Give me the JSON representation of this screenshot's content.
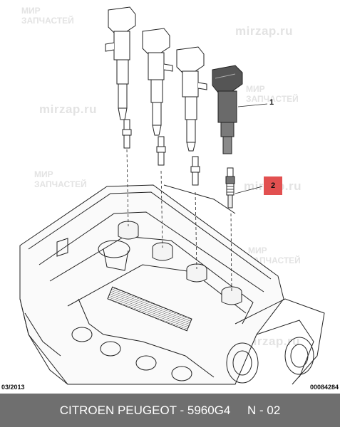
{
  "watermark": {
    "brand_line1": "МИР",
    "brand_line2": "ЗАПЧАСТЕЙ",
    "url": "mirzap.ru"
  },
  "callouts": [
    {
      "label": "1",
      "highlighted": false
    },
    {
      "label": "2",
      "highlighted": true
    }
  ],
  "footer": {
    "date_code": "03/2013",
    "doc_code": "00084284",
    "caption": "CITROEN PEUGEOT - 5960G4     N - 02"
  },
  "colors": {
    "caption_bar": "#6f6f6f",
    "callout_highlight": "#e25050",
    "watermark": "#e3e3e3"
  }
}
